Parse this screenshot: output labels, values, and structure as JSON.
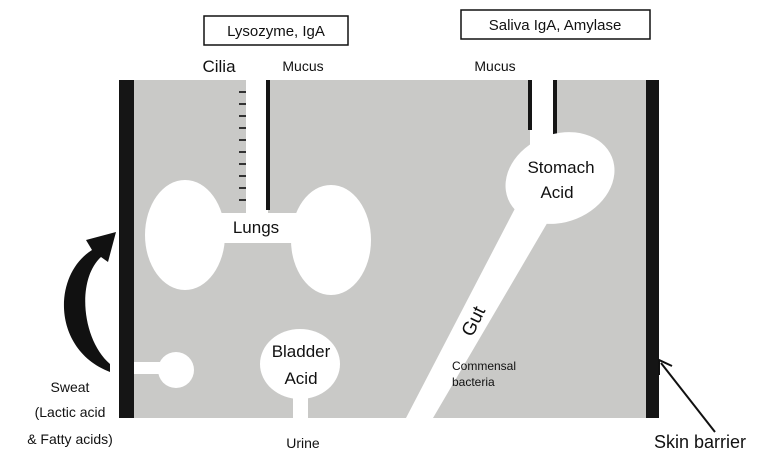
{
  "boxes": {
    "lysozyme": "Lysozyme, IgA",
    "saliva": "Saliva IgA, Amylase"
  },
  "labels": {
    "cilia": "Cilia",
    "mucus_left": "Mucus",
    "mucus_right": "Mucus",
    "lungs": "Lungs",
    "stomach_line1": "Stomach",
    "stomach_line2": "Acid",
    "gut": "Gut",
    "bladder_line1": "Bladder",
    "bladder_line2": "Acid",
    "commensal_line1": "Commensal",
    "commensal_line2": "bacteria",
    "sweat": "Sweat",
    "sweat_sub1": "(Lactic acid",
    "sweat_sub2": "& Fatty acids)",
    "urine": "Urine",
    "skin_barrier": "Skin barrier"
  },
  "colors": {
    "body_fill": "#c9c9c7",
    "barrier": "#151515",
    "cavity": "#ffffff"
  }
}
